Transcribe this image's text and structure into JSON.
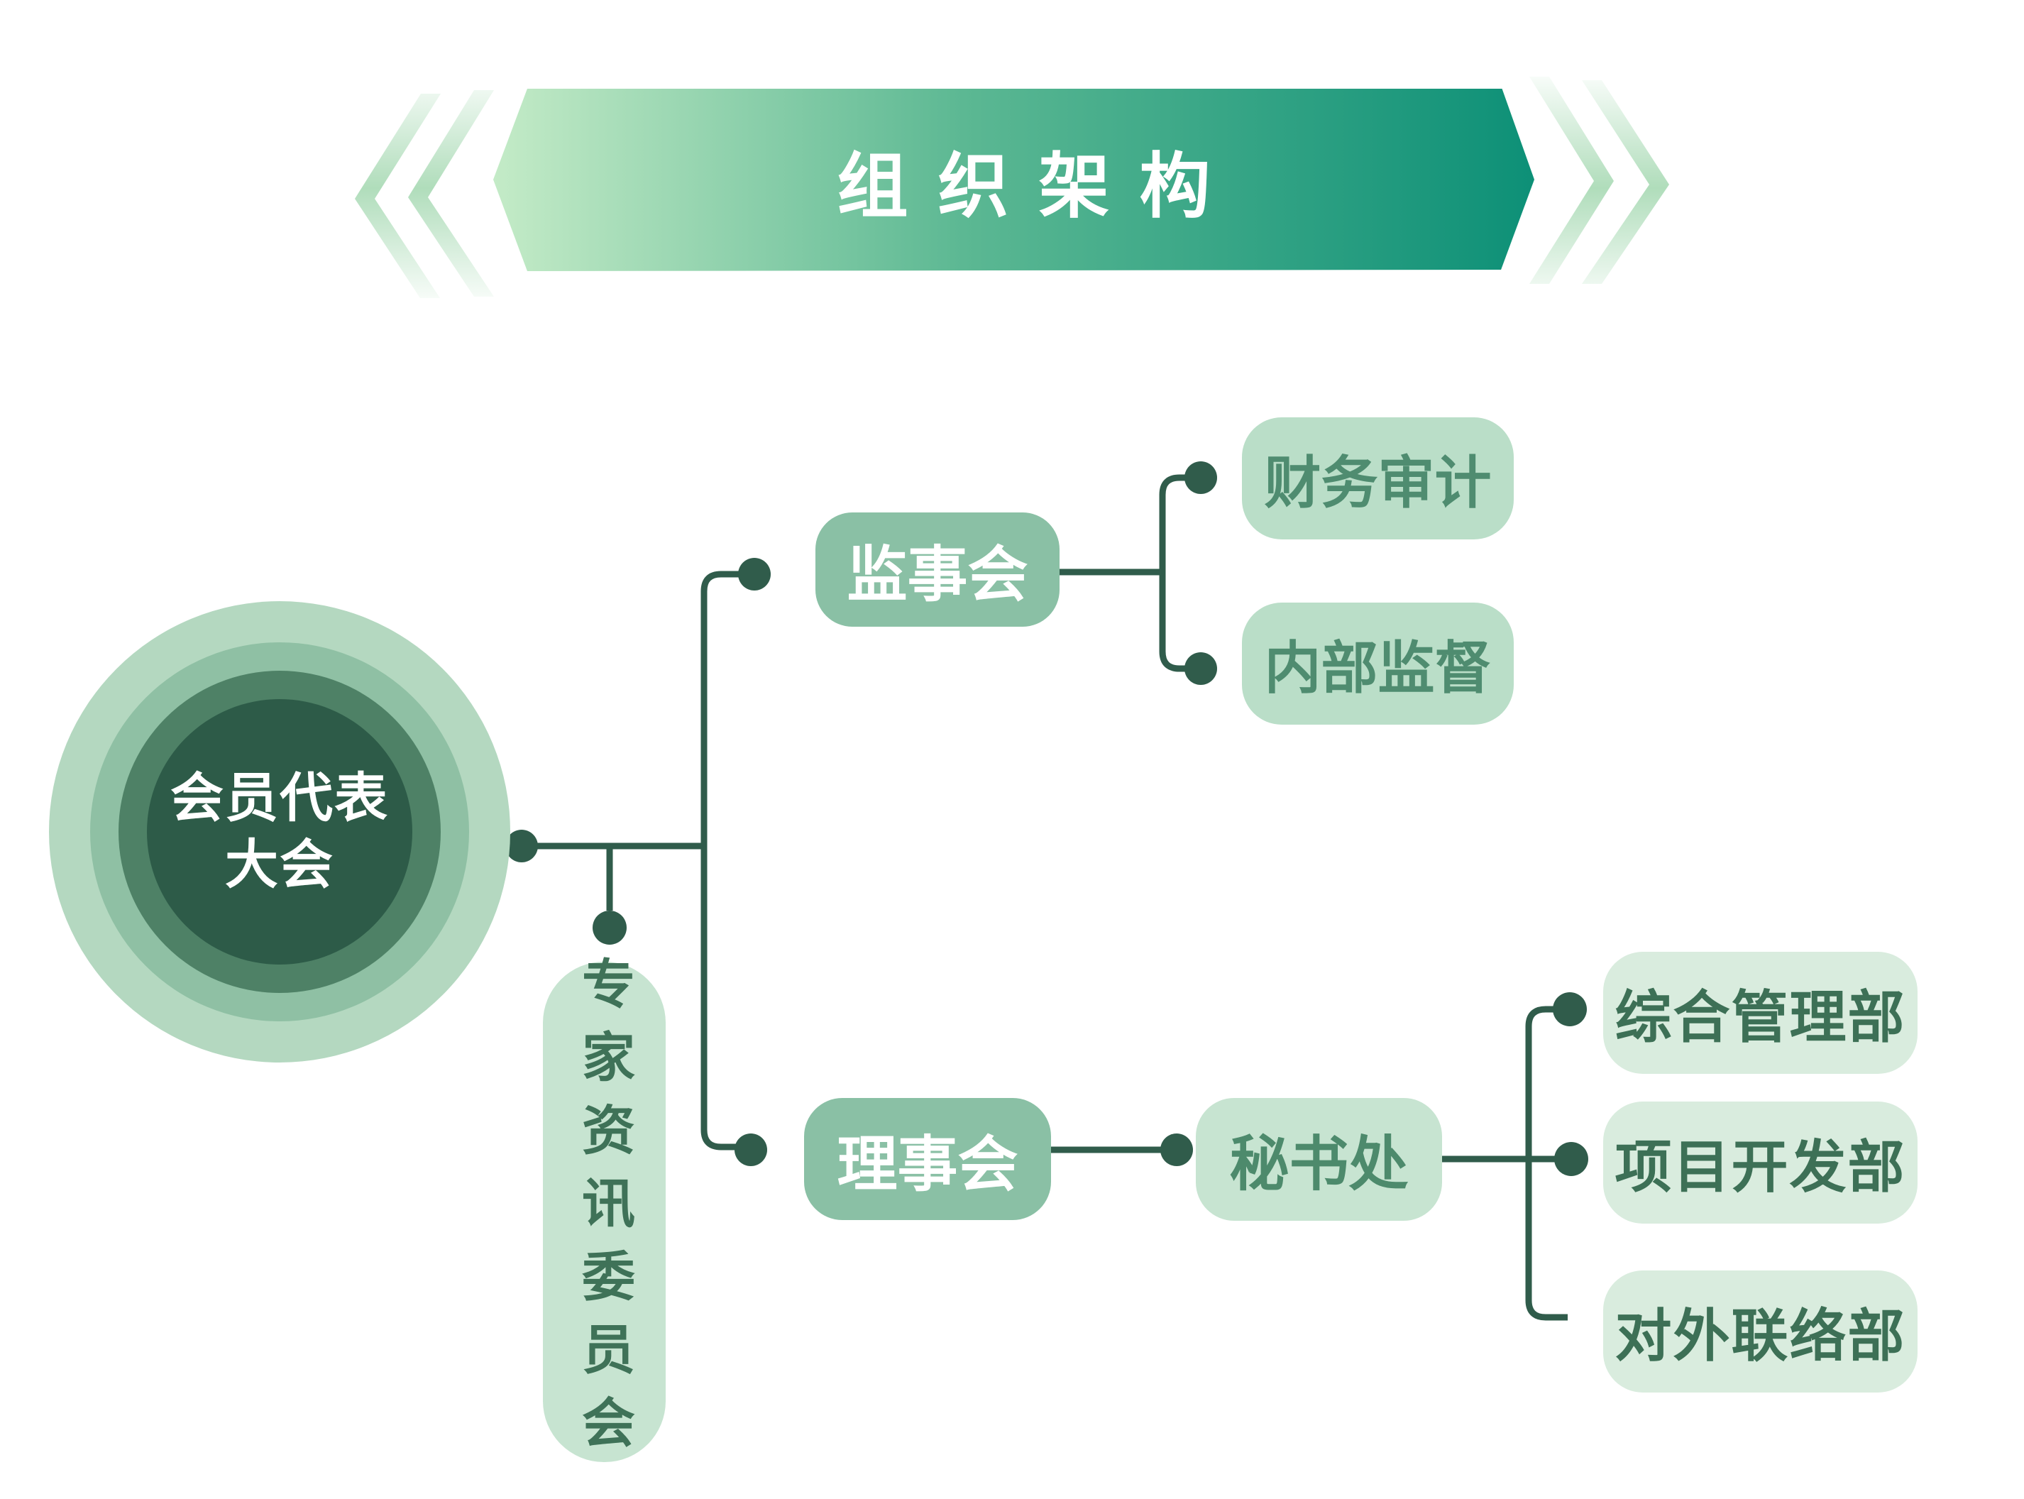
{
  "title": {
    "text": "组织架构"
  },
  "decorations": {
    "left_chevrons": "double-chevron-left-icon",
    "right_chevrons": "double-chevron-right-icon"
  },
  "nodes": {
    "assembly": {
      "line1": "会员代表",
      "line2": "大会"
    },
    "supervisors": {
      "label": "监事会"
    },
    "financial_audit": {
      "label": "财务审计"
    },
    "internal_supervision": {
      "label": "内部监督"
    },
    "expert_committee": {
      "label": "专家资讯委员会"
    },
    "council": {
      "label": "理事会"
    },
    "secretariat": {
      "label": "秘书处"
    },
    "general_management": {
      "label": "综合管理部"
    },
    "project_development": {
      "label": "项目开发部"
    },
    "external_liaison": {
      "label": "对外联络部"
    }
  },
  "hierarchy": [
    {
      "from": "会员代表大会",
      "to": [
        "监事会",
        "专家资讯委员会",
        "理事会"
      ]
    },
    {
      "from": "监事会",
      "to": [
        "财务审计",
        "内部监督"
      ]
    },
    {
      "from": "理事会",
      "to": [
        "秘书处"
      ]
    },
    {
      "from": "秘书处",
      "to": [
        "综合管理部",
        "项目开发部",
        "对外联络部"
      ]
    }
  ],
  "colors": {
    "banner_start": "#c4ebc7",
    "banner_mid": "#5cb893",
    "banner_end": "#0d9077",
    "chevron_green": "#b0ddbb",
    "ring1": "#b4d8c0",
    "ring2": "#8fc0a4",
    "ring3": "#4e8166",
    "ring4": "#2d5b48",
    "box_strong": "#8ac0a5",
    "box_light": "#badec8",
    "box_soft": "#c7e4d1",
    "box_pale": "#d9ecde",
    "text_on_light": "#4f8c70",
    "text_on_soft": "#4d8a6c",
    "text_on_pale": "#3d7056",
    "text_vertical": "#3f7258",
    "line": "#305c4b"
  }
}
